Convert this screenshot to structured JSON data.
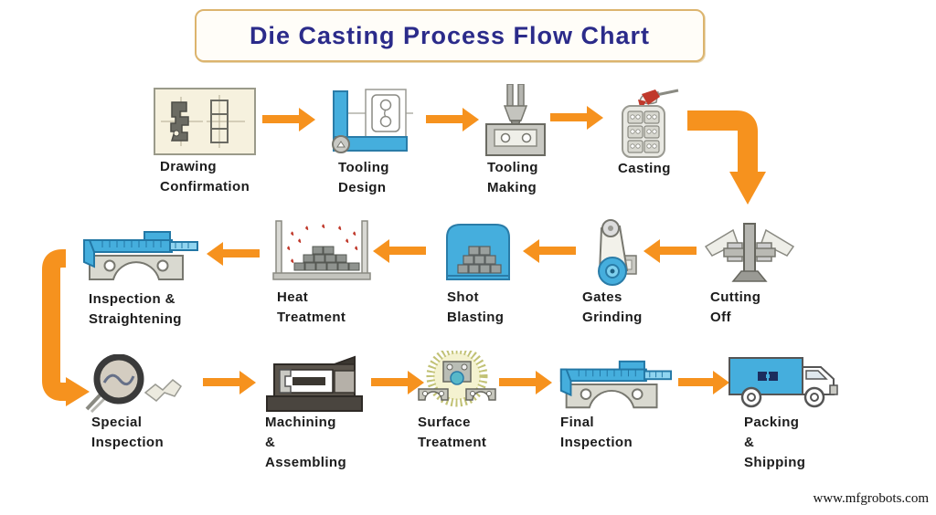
{
  "title": "Die Casting Process Flow Chart",
  "watermark": "www.mfgrobots.com",
  "colors": {
    "arrow_orange": "#f6921e",
    "machine_blue": "#45aedd",
    "machine_blue_dark": "#2a7ca8",
    "title_text": "#2b2b8a",
    "title_border": "#dcb46e",
    "label_text": "#1c1c1c",
    "molten_red": "#c0392b"
  },
  "steps": [
    {
      "label": "Drawing\nConfirmation",
      "icon": "blueprint-icon"
    },
    {
      "label": "Tooling\nDesign",
      "icon": "l-square-icon"
    },
    {
      "label": "Tooling\nMaking",
      "icon": "drilling-machine-icon"
    },
    {
      "label": "Casting",
      "icon": "mold-pouring-icon"
    },
    {
      "label": "Cutting Off",
      "icon": "cutting-press-icon"
    },
    {
      "label": "Gates\nGrinding",
      "icon": "belt-grinder-icon"
    },
    {
      "label": "Shot\nBlasting",
      "icon": "blast-chamber-icon"
    },
    {
      "label": "Heat\nTreatment",
      "icon": "furnace-tray-icon"
    },
    {
      "label": "Inspection &\nStraightening",
      "icon": "caliper-icon"
    },
    {
      "label": "Special\nInspection",
      "icon": "magnifier-icon"
    },
    {
      "label": "Machining &\nAssembling",
      "icon": "lathe-icon"
    },
    {
      "label": "Surface\nTreatment",
      "icon": "glowing-part-icon"
    },
    {
      "label": "Final\nInspection",
      "icon": "caliper-icon"
    },
    {
      "label": "Packing &\nShipping",
      "icon": "truck-icon"
    }
  ]
}
